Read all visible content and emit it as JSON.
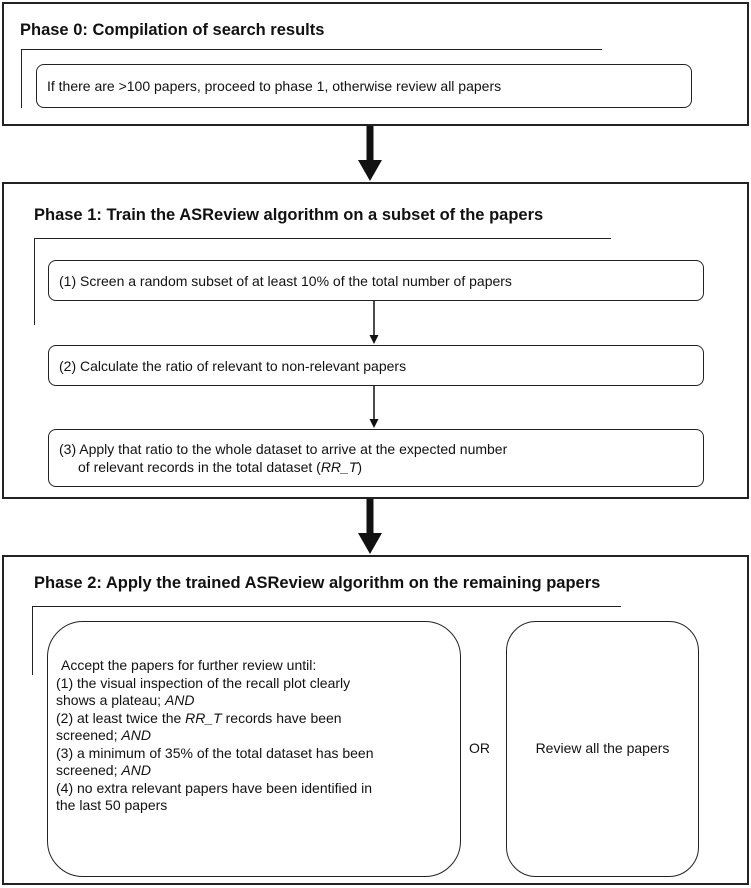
{
  "phase0": {
    "title": "Phase 0: Compilation of search results",
    "step": "If there are >100 papers, proceed to phase 1, otherwise review all papers"
  },
  "phase1": {
    "title": "Phase 1: Train the ASReview algorithm on a subset of the papers",
    "step1": "(1)  Screen a random subset of at least 10% of the total number of papers",
    "step2": "(2)  Calculate the ratio of relevant to non-relevant papers",
    "step3_line1": "(3)   Apply that ratio to the whole dataset to arrive at the expected number",
    "step3_line2_prefix": "of relevant records in the total dataset (",
    "step3_line2_em": "RR_T",
    "step3_line2_suffix": ")"
  },
  "phase2": {
    "title": "Phase 2: Apply the trained ASReview algorithm on the remaining papers",
    "conditions": {
      "intro": "Accept the papers for further review until:",
      "c1_line1": "(1) the visual inspection of the recall plot clearly",
      "c1_line2": "shows a plateau; ",
      "and": "AND",
      "c2_line1_prefix": "(2) at least twice the ",
      "c2_line1_em": "RR_T",
      "c2_line1_suffix": " records have been",
      "c2_line2": "screened; ",
      "c3_line1": "(3) a minimum of 35% of the total dataset has been",
      "c3_line2": "screened; ",
      "c4_line1": "(4) no extra relevant papers have been identified in",
      "c4_line2": "the last 50 papers"
    },
    "or_label": "OR",
    "alternative": "Review all the papers"
  }
}
